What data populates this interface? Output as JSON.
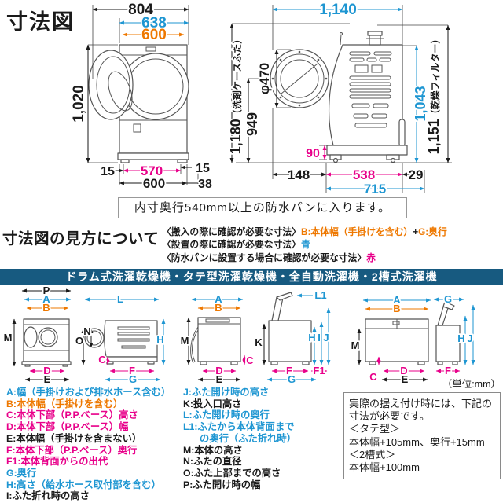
{
  "colors": {
    "blue": "#1e96d2",
    "orange": "#ee7800",
    "magenta": "#e8008a",
    "bar_bg": "#175a80",
    "ink": "#1a1a1a",
    "line": "#555555"
  },
  "title": "寸法図",
  "front_view": {
    "w804": "804",
    "w638": "638",
    "w600": "600",
    "h1020": "1,020",
    "b15l": "15",
    "b570": "570",
    "b15r": "15",
    "b600": "600",
    "b38": "38"
  },
  "side_view": {
    "w1140": "1,140",
    "h1180_num": "1,180",
    "h1180_label": "（洗剤ケースふた）",
    "h949": "949",
    "dia470": "φ470",
    "h1043": "1,043",
    "h1151_num": "1,151",
    "h1151_label": "（乾燥フィルター）",
    "b90": "90",
    "b148": "148",
    "b538": "538",
    "b29": "29",
    "b715": "715"
  },
  "waterproof_note": "内寸奥行540mm以上の防水パンに入ります。",
  "how_to_read": {
    "heading": "寸法図の見方について",
    "l1_prefix": "〈搬入の際に確認が必要な寸法〉",
    "l1_b": "B:本体幅（手掛けを含む）",
    "l1_plus": "+",
    "l1_g": "G:奥行",
    "l2_prefix": "〈設置の際に確認が必要な寸法〉",
    "l2_blue": "青",
    "l3_prefix": "〈防水パンに設置する場合に確認が必要な寸法〉",
    "l3_red": "赤"
  },
  "category_bar": "ドラム式洗濯乾燥機・タテ型洗濯乾燥機・全自動洗濯機・2槽式洗濯機",
  "letters": {
    "A": "A",
    "B": "B",
    "C": "C",
    "D": "D",
    "E": "E",
    "F": "F",
    "F1": "F1",
    "G": "G",
    "H": "H",
    "I": "I",
    "J": "J",
    "K": "K",
    "L": "L",
    "L1": "L1",
    "M": "M",
    "N": "N",
    "O": "O",
    "P": "P"
  },
  "unit_note": "（単位:mm）",
  "legend_left": [
    {
      "key": "A",
      "color": "blue",
      "text": "A:幅（手掛けおよび排水ホース含む）"
    },
    {
      "key": "B",
      "color": "orange",
      "text": "B:本体幅（手掛けを含む）"
    },
    {
      "key": "C",
      "color": "magenta",
      "text": "C:本体下部（P.P.ベース）高さ"
    },
    {
      "key": "D",
      "color": "magenta",
      "text": "D:本体下部（P.P.ベース）幅"
    },
    {
      "key": "E",
      "color": "black",
      "text": "E:本体幅（手掛けを含まない）"
    },
    {
      "key": "F",
      "color": "magenta",
      "text": "F:本体下部（P.P.ベース）奥行"
    },
    {
      "key": "F1",
      "color": "magenta",
      "text": "F1:本体背面からの出代"
    },
    {
      "key": "G",
      "color": "blue",
      "text": "G:奥行"
    },
    {
      "key": "H",
      "color": "blue",
      "text": "H:高さ（給水ホース取付部を含む）"
    },
    {
      "key": "I",
      "color": "black",
      "text": "I:ふた折れ時の高さ"
    }
  ],
  "legend_right": [
    {
      "key": "J",
      "color": "blue",
      "text": "J:ふた開け時の高さ"
    },
    {
      "key": "K",
      "color": "black",
      "text": "K:投入口高さ"
    },
    {
      "key": "L",
      "color": "blue",
      "text": "L:ふた開け時の奥行"
    },
    {
      "key": "L1",
      "color": "blue",
      "text": "L1:ふたから本体背面まで",
      "text2": "の奥行（ふた折れ時）"
    },
    {
      "key": "M",
      "color": "black",
      "text": "M:本体の高さ"
    },
    {
      "key": "N",
      "color": "black",
      "text": "N:ふたの直径"
    },
    {
      "key": "O",
      "color": "black",
      "text": "O:ふた上部までの高さ"
    },
    {
      "key": "P",
      "color": "black",
      "text": "P:ふた開け時の幅"
    }
  ],
  "install_note": {
    "lines": [
      "実際の据え付け時には、下記の",
      "寸法が必要です。",
      "＜タテ型＞",
      "本体幅+105mm、奥行+15mm",
      "＜2槽式＞",
      "本体幅+100mm"
    ]
  }
}
